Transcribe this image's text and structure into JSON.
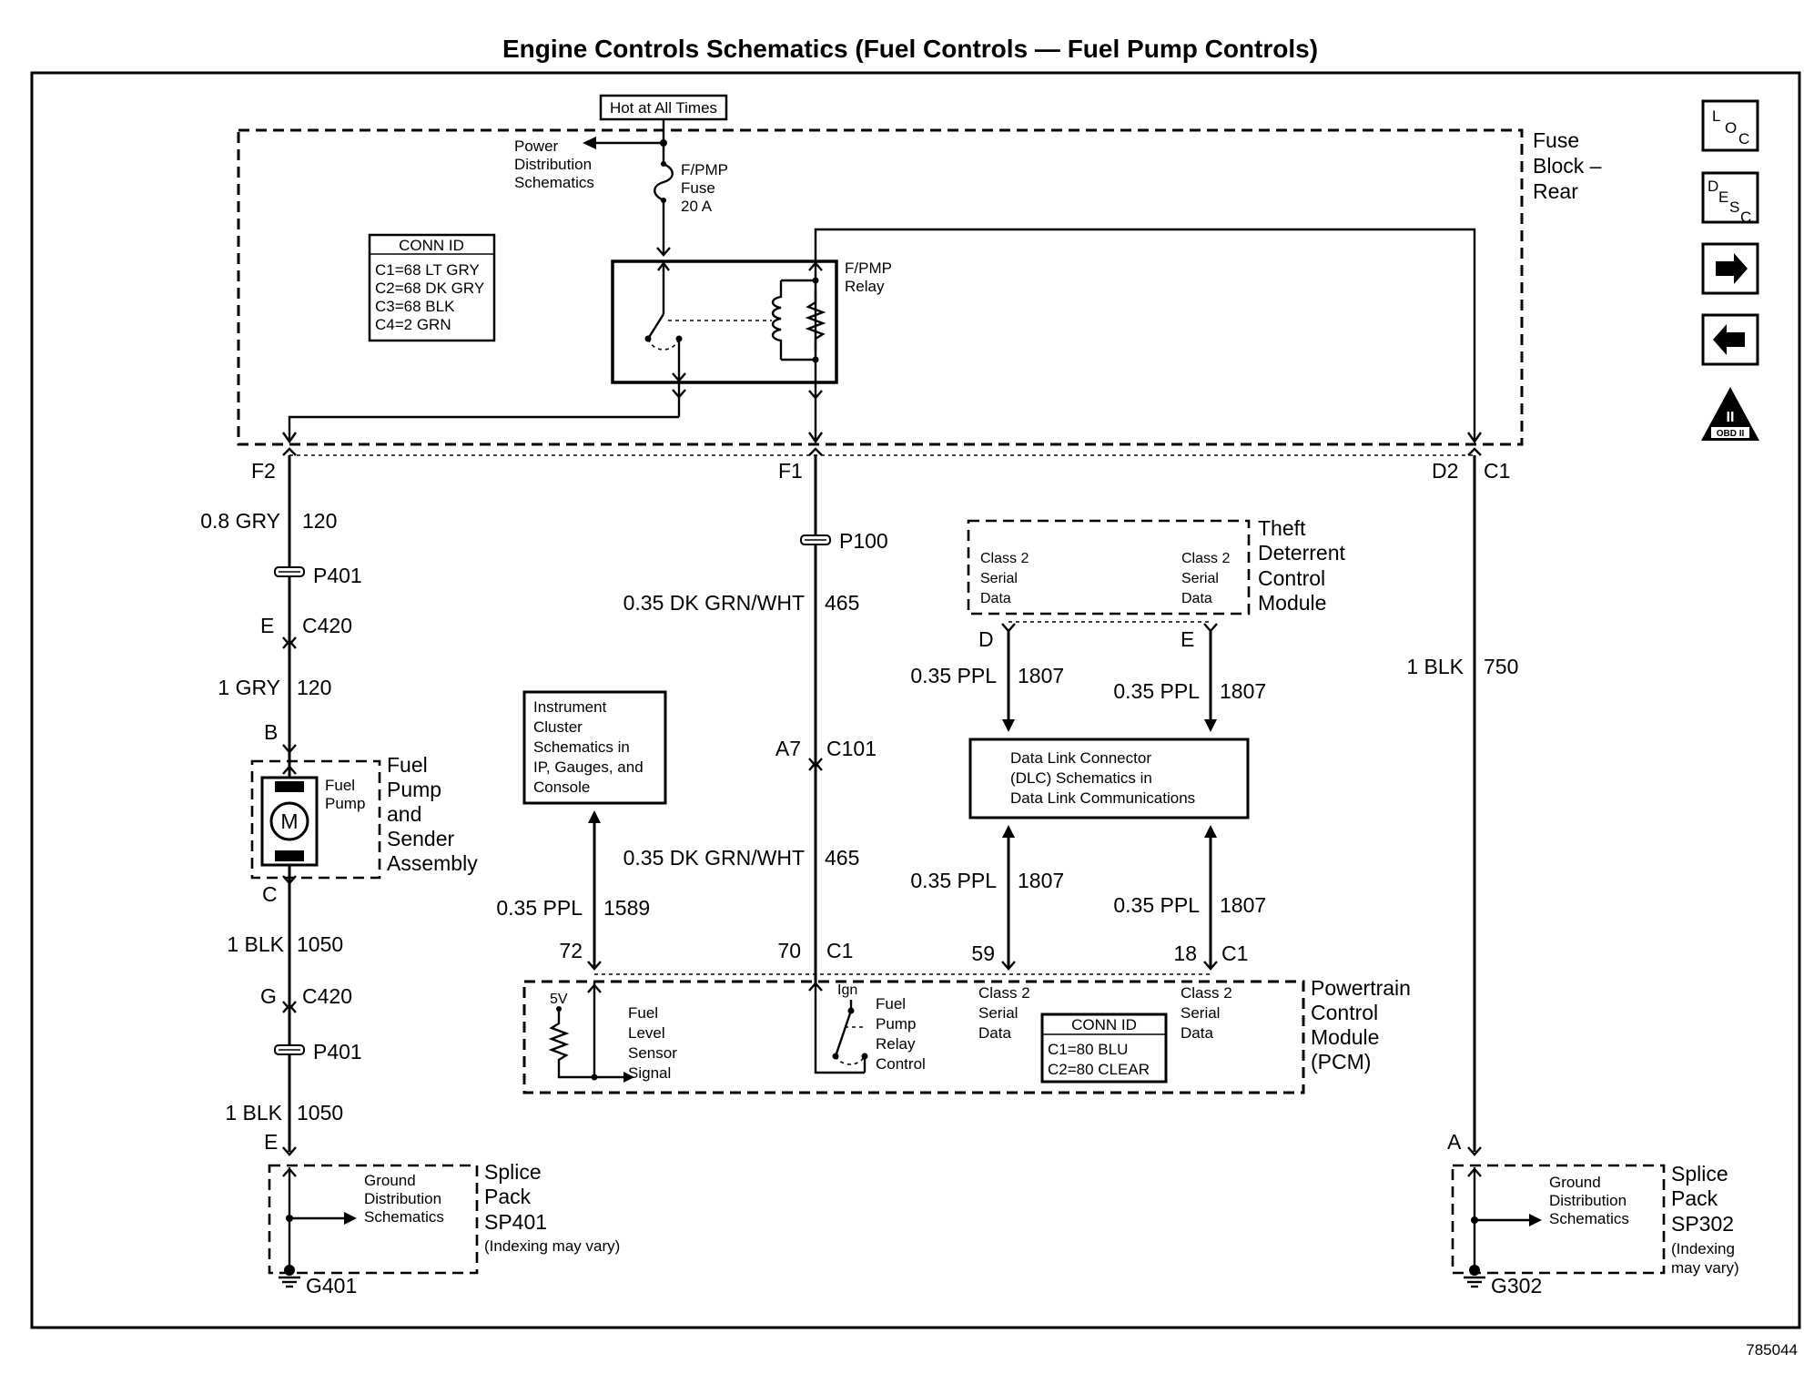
{
  "title": "Engine Controls Schematics (Fuel Controls — Fuel Pump Controls)",
  "hot_at_all_times": "Hot at All Times",
  "power_distribution": [
    "Power",
    "Distribution",
    "Schematics"
  ],
  "fuse": [
    "F/PMP",
    "Fuse",
    "20 A"
  ],
  "relay": [
    "F/PMP",
    "Relay"
  ],
  "fuse_block": [
    "Fuse",
    "Block –",
    "Rear"
  ],
  "conn_id_top": {
    "header": "CONN ID",
    "rows": [
      "C1=68 LT GRY",
      "C2=68 DK GRY",
      "C3=68 BLK",
      "C4=2 GRN"
    ]
  },
  "terminals": {
    "f2": "F2",
    "f1": "F1",
    "d2": "D2",
    "c1_top": "C1"
  },
  "left_circuit": {
    "wire1": {
      "color": "0.8 GRY",
      "circuit": "120"
    },
    "p401_a": "P401",
    "conn_e": "E",
    "c420_a": "C420",
    "wire2": {
      "color": "1 GRY",
      "circuit": "120"
    },
    "conn_b": "B",
    "pump_label": [
      "Fuel",
      "Pump"
    ],
    "motor": "M",
    "assembly": [
      "Fuel",
      "Pump",
      "and",
      "Sender",
      "Assembly"
    ],
    "conn_c": "C",
    "wire3": {
      "color": "1 BLK",
      "circuit": "1050"
    },
    "conn_g": "G",
    "c420_b": "C420",
    "p401_b": "P401",
    "wire4": {
      "color": "1 BLK",
      "circuit": "1050"
    },
    "conn_e2": "E",
    "ground_dist": [
      "Ground",
      "Distribution",
      "Schematics"
    ],
    "splice": [
      "Splice",
      "Pack",
      "SP401"
    ],
    "indexing": "(Indexing may vary)",
    "ground": "G401"
  },
  "center_circuit": {
    "p100": "P100",
    "wire1": {
      "color": "0.35 DK GRN/WHT",
      "circuit": "465"
    },
    "a7": "A7",
    "c101": "C101",
    "wire2": {
      "color": "0.35 DK GRN/WHT",
      "circuit": "465"
    },
    "pin70": "70",
    "c1": "C1",
    "instrument": [
      "Instrument",
      "Cluster",
      "Schematics in",
      "IP, Gauges, and",
      "Console"
    ],
    "wire_ppl": {
      "color": "0.35 PPL",
      "circuit": "1589"
    },
    "pin72": "72"
  },
  "theft": {
    "class2_left": [
      "Class 2",
      "Serial",
      "Data"
    ],
    "class2_right": [
      "Class 2",
      "Serial",
      "Data"
    ],
    "name": [
      "Theft",
      "Deterrent",
      "Control",
      "Module"
    ],
    "pin_d": "D",
    "pin_e": "E",
    "wire_d": {
      "color": "0.35 PPL",
      "circuit": "1807"
    },
    "wire_e": {
      "color": "0.35 PPL",
      "circuit": "1807"
    }
  },
  "dlc": [
    "Data Link Connector",
    "(DLC) Schematics in",
    "Data Link Communications"
  ],
  "dlc_wires": {
    "left": {
      "color": "0.35 PPL",
      "circuit": "1807"
    },
    "right": {
      "color": "0.35 PPL",
      "circuit": "1807"
    },
    "pin59": "59",
    "pin18": "18",
    "c1": "C1"
  },
  "pcm": {
    "v5": "5V",
    "fuel_level": [
      "Fuel",
      "Level",
      "Sensor",
      "Signal"
    ],
    "ign": "Ign",
    "relay_control": [
      "Fuel",
      "Pump",
      "Relay",
      "Control"
    ],
    "class2_left": [
      "Class 2",
      "Serial",
      "Data"
    ],
    "class2_right": [
      "Class 2",
      "Serial",
      "Data"
    ],
    "conn_id": {
      "header": "CONN ID",
      "rows": [
        "C1=80 BLU",
        "C2=80 CLEAR"
      ]
    },
    "name": [
      "Powertrain",
      "Control",
      "Module",
      "(PCM)"
    ]
  },
  "right_circuit": {
    "wire": {
      "color": "1 BLK",
      "circuit": "750"
    },
    "conn_a": "A",
    "ground_dist": [
      "Ground",
      "Distribution",
      "Schematics"
    ],
    "splice": [
      "Splice",
      "Pack",
      "SP302"
    ],
    "indexing": [
      "(Indexing",
      "may vary)"
    ],
    "ground": "G302"
  },
  "nav": {
    "loc": [
      "L",
      "O",
      "C"
    ],
    "desc": [
      "D",
      "E",
      "S",
      "C"
    ],
    "obd": "OBD II",
    "obd_num": "II"
  },
  "figure_id": "785044"
}
